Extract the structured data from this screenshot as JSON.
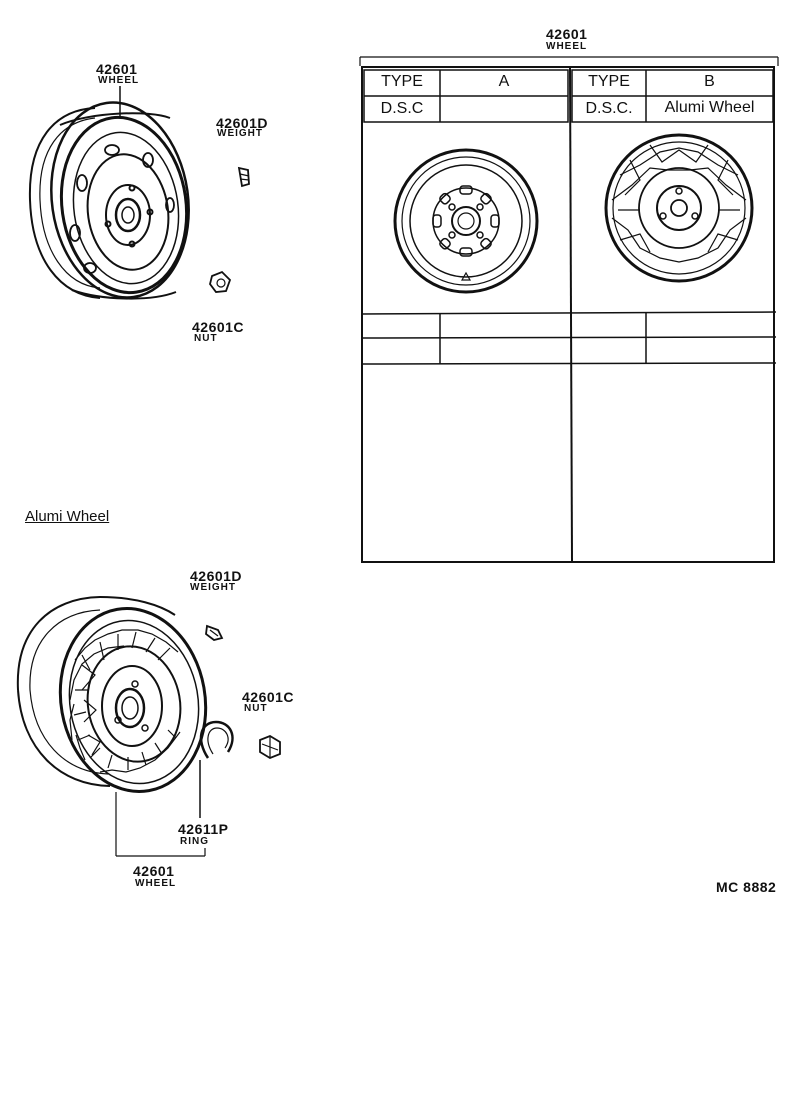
{
  "top_wheel": {
    "part_no": "42601",
    "part_name": "WHEEL"
  },
  "top_weight": {
    "part_no": "42601D",
    "part_name": "WEIGHT"
  },
  "top_nut": {
    "part_no": "42601C",
    "part_name": "NUT"
  },
  "table": {
    "header_part_no": "42601",
    "header_part_name": "WHEEL",
    "type_label": "TYPE",
    "dsc_label": "D.S.C",
    "dsc_label_b": "D.S.C.",
    "type_a": "A",
    "type_b": "B",
    "dsc_a": "",
    "dsc_b": "Alumi Wheel"
  },
  "section_title": "Alumi Wheel",
  "bottom_weight": {
    "part_no": "42601D",
    "part_name": "WEIGHT"
  },
  "bottom_nut": {
    "part_no": "42601C",
    "part_name": "NUT"
  },
  "bottom_ring": {
    "part_no": "42611P",
    "part_name": "RING"
  },
  "bottom_wheel": {
    "part_no": "42601",
    "part_name": "WHEEL"
  },
  "figure_code": "MC 8882"
}
